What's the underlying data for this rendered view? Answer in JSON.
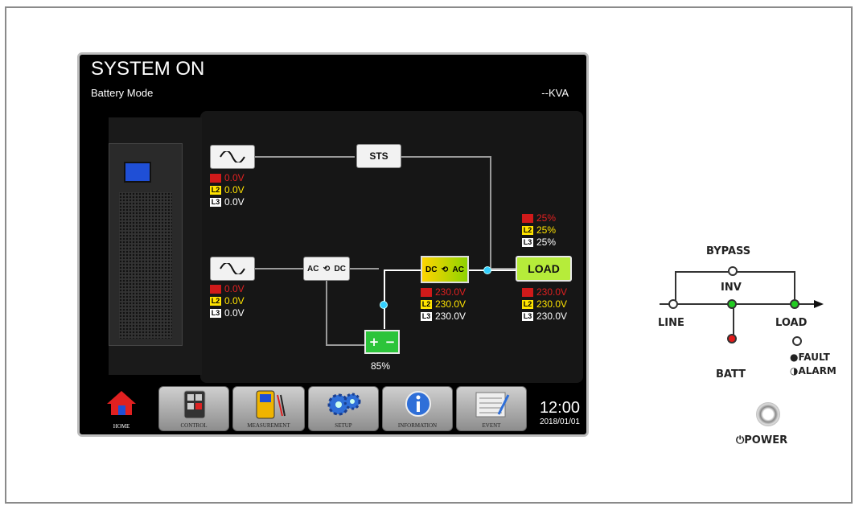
{
  "header": {
    "title": "SYSTEM ON",
    "mode": "Battery Mode",
    "kva": "--KVA"
  },
  "flow": {
    "bypass_input": {
      "readings": [
        {
          "tag": "L1",
          "value": "0.0V",
          "color": "red"
        },
        {
          "tag": "L2",
          "value": "0.0V",
          "color": "yellow"
        },
        {
          "tag": "L3",
          "value": "0.0V",
          "color": "white"
        }
      ]
    },
    "main_input": {
      "readings": [
        {
          "tag": "L1",
          "value": "0.0V",
          "color": "red"
        },
        {
          "tag": "L2",
          "value": "0.0V",
          "color": "yellow"
        },
        {
          "tag": "L3",
          "value": "0.0V",
          "color": "white"
        }
      ]
    },
    "sts_label": "STS",
    "rectifier": {
      "left": "AC",
      "right": "DC"
    },
    "inverter": {
      "left": "DC",
      "right": "AC",
      "readings": [
        {
          "tag": "L1",
          "value": "230.0V",
          "color": "red"
        },
        {
          "tag": "L2",
          "value": "230.0V",
          "color": "yellow"
        },
        {
          "tag": "L3",
          "value": "230.0V",
          "color": "white"
        }
      ]
    },
    "load": {
      "label": "LOAD",
      "percent": [
        {
          "tag": "L1",
          "value": "25%",
          "color": "red"
        },
        {
          "tag": "L2",
          "value": "25%",
          "color": "yellow"
        },
        {
          "tag": "L3",
          "value": "25%",
          "color": "white"
        }
      ],
      "voltage": [
        {
          "tag": "L1",
          "value": "230.0V",
          "color": "red"
        },
        {
          "tag": "L2",
          "value": "230.0V",
          "color": "yellow"
        },
        {
          "tag": "L3",
          "value": "230.0V",
          "color": "white"
        }
      ]
    },
    "battery": {
      "plus": "+",
      "minus": "−",
      "percent": "85%"
    }
  },
  "toolbar": {
    "home": "HOME",
    "control": "CONTROL",
    "measurement": "MEASUREMENT",
    "setup": "SETUP",
    "information": "INFORMATION",
    "event": "EVENT",
    "time": "12:00",
    "date": "2018/01/01"
  },
  "mimic": {
    "bypass": "BYPASS",
    "inv": "INV",
    "line": "LINE",
    "load": "LOAD",
    "batt": "BATT",
    "fault": "●FAULT",
    "alarm": "◑ALARM",
    "power": "⏻POWER",
    "colors": {
      "bypass_led": "#ffffff",
      "inv_led": "#22cc22",
      "load_led": "#22cc22",
      "batt_led": "#e21a1a",
      "line_led": "#ffffff"
    }
  }
}
